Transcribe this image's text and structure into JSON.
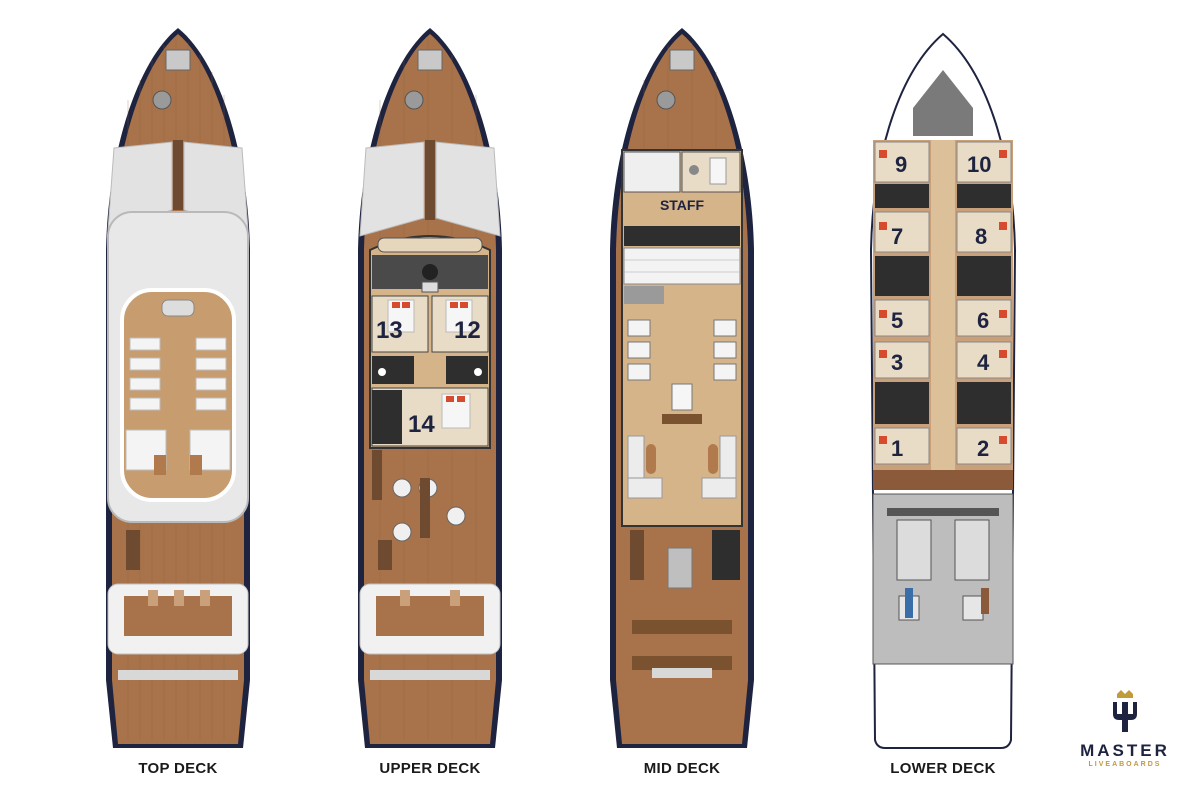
{
  "decks": [
    {
      "name": "TOP DECK"
    },
    {
      "name": "UPPER DECK"
    },
    {
      "name": "MID DECK"
    },
    {
      "name": "LOWER DECK"
    }
  ],
  "upper_deck_cabins": [
    "13",
    "12",
    "14"
  ],
  "mid_deck_staff_label": "STAFF",
  "lower_deck_cabins": [
    "9",
    "10",
    "7",
    "8",
    "5",
    "6",
    "3",
    "4",
    "1",
    "2"
  ],
  "brand": {
    "name": "MASTER",
    "subtitle": "LIVEABOARDS",
    "logo_icon": "trident-crown-icon"
  },
  "colors": {
    "hull_outline": "#1e2340",
    "teak_deck": "#a8734a",
    "interior_floor": "#d6b48a",
    "canopy": "#e4e4e4",
    "brand_navy": "#1e2340",
    "brand_gold": "#c19a3a"
  }
}
